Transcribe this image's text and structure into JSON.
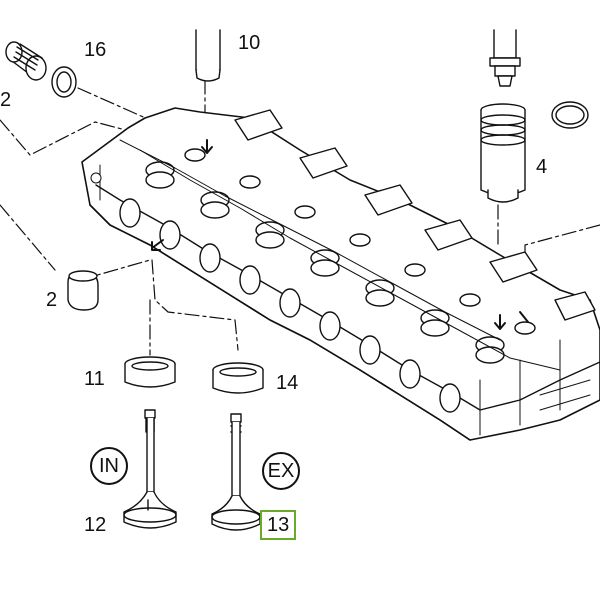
{
  "labels": {
    "part_16": "16",
    "part_10": "10",
    "part_2_top": "2",
    "part_2_bottom": "2",
    "part_4": "4",
    "part_11": "11",
    "part_14": "14",
    "part_12": "12",
    "part_13": "13"
  },
  "callouts": {
    "intake": "IN",
    "exhaust": "EX"
  },
  "colors": {
    "line": "#111111",
    "highlight": "#6aaa2a",
    "fill": "#ffffff",
    "shade": "#e6e6e6"
  }
}
